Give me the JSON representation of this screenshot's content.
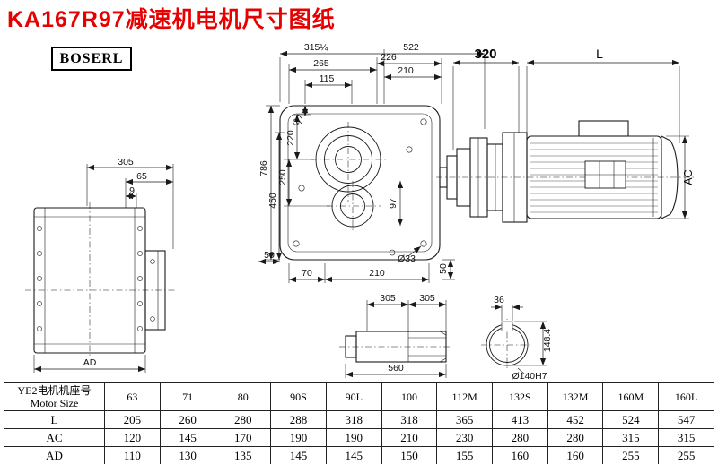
{
  "title": "KA167R97减速机电机尺寸图纸",
  "logo": "BOSERL",
  "colors": {
    "title_red": "#e60000",
    "line_black": "#1a1a1a",
    "background": "#ffffff"
  },
  "dims": {
    "side_305": "305",
    "side_65": "65",
    "side_9": "9",
    "side_ad": "AD",
    "front_315": "315¼",
    "front_522": "522",
    "front_265": "265",
    "front_226": "226",
    "front_210": "210",
    "front_115": "115",
    "front_22": "22",
    "front_220": "220",
    "front_250": "250",
    "front_450": "450",
    "front_786": "786",
    "front_97": "97",
    "front_50_left": "50",
    "front_70": "70",
    "front_210_bottom": "210",
    "front_hole": "Ø33",
    "front_50_right": "50",
    "motor_320": "320",
    "motor_L": "L",
    "motor_AC": "AC",
    "shaft_305_left": "305",
    "shaft_305_right": "305",
    "shaft_560": "560",
    "bore_key_36": "36",
    "bore_height": "148.4",
    "bore_dia": "Ø140H7"
  },
  "table": {
    "header": {
      "line1": "YE2电机机座号",
      "line2": "Motor Size"
    },
    "sizes": [
      "63",
      "71",
      "80",
      "90S",
      "90L",
      "100",
      "112M",
      "132S",
      "132M",
      "160M",
      "160L"
    ],
    "rows": [
      {
        "label": "L",
        "values": [
          "205",
          "260",
          "280",
          "288",
          "318",
          "318",
          "365",
          "413",
          "452",
          "524",
          "547"
        ]
      },
      {
        "label": "AC",
        "values": [
          "120",
          "145",
          "170",
          "190",
          "190",
          "210",
          "230",
          "280",
          "280",
          "315",
          "315"
        ]
      },
      {
        "label": "AD",
        "values": [
          "110",
          "130",
          "135",
          "145",
          "145",
          "150",
          "155",
          "160",
          "160",
          "255",
          "255"
        ]
      }
    ]
  }
}
